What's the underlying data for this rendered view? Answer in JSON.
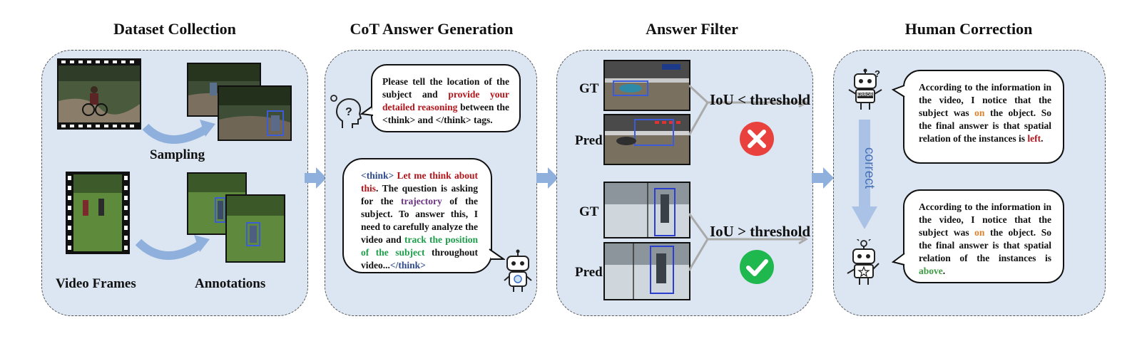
{
  "stages": {
    "collection": "Dataset Collection",
    "cot": "CoT Answer Generation",
    "filter": "Answer Filter",
    "correction": "Human Correction"
  },
  "collection": {
    "sampling": "Sampling",
    "video_frames": "Video Frames",
    "annotations": "Annotations"
  },
  "cot": {
    "question_1": "Please tell the location of the subject and ",
    "question_highlight": "provide your detailed reasoning",
    "question_2": " between the <think> and </think> tags.",
    "ans_tag_open": "<think>",
    "ans_highlight1": " Let me think about this",
    "ans_text1": ". The question is asking for the ",
    "ans_highlight2": "trajectory",
    "ans_text2": " of the subject. To answer this, I need to carefully analyze the video and ",
    "ans_highlight3": "track the position of the subject",
    "ans_text3": " throughout video...",
    "ans_tag_close": "</think>"
  },
  "filter": {
    "gt": "GT",
    "pred": "Pred",
    "lower": "IoU < threshold",
    "higher": "IoU > threshold"
  },
  "correction": {
    "error_badge": "ERROR",
    "correct_label": "correct",
    "text_1": "According to the information in the video, I notice that the subject was ",
    "on": "on",
    "text_2": " the object. So the final answer is that spatial relation of the instances is ",
    "wrong_answer": "left",
    "right_answer": "above",
    "period": "."
  },
  "colors": {
    "panel": "#dce6f2",
    "arrow": "#8fb0dc",
    "cross": "#e8413e",
    "check": "#1fb84e",
    "red_text": "#b3151b",
    "orange_text": "#d9822b",
    "green_text": "#1e9e4a"
  }
}
